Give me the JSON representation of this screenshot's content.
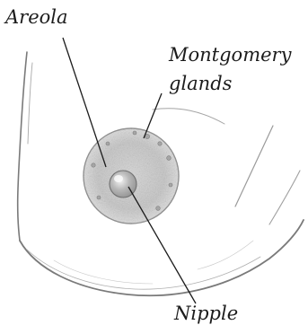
{
  "diagram": {
    "labels": {
      "areola": "Areola",
      "montgomery_line1": "Montgomery",
      "montgomery_line2": "glands",
      "nipple": "Nipple"
    },
    "colors": {
      "ink": "#1c1c1c",
      "sketch": "#7a7a7a",
      "areola_fill": "#c9c9c9",
      "nipple_fill": "#bdbdbd",
      "background": "#ffffff"
    }
  }
}
